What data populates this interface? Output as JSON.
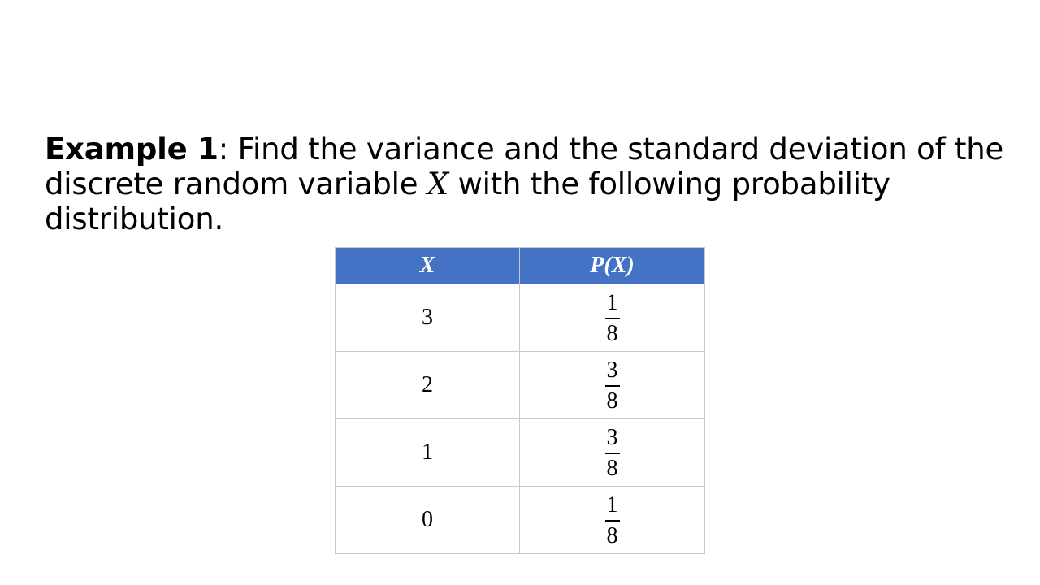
{
  "problem": {
    "label": "Example 1",
    "text_before_var": ": Find the variance and the standard deviation of the discrete random variable ",
    "variable": "X",
    "text_after_var": " with the following probability distribution."
  },
  "table": {
    "headers": {
      "x": "X",
      "px": "P(X)"
    },
    "rows": [
      {
        "x": "3",
        "num": "1",
        "den": "8"
      },
      {
        "x": "2",
        "num": "3",
        "den": "8"
      },
      {
        "x": "1",
        "num": "3",
        "den": "8"
      },
      {
        "x": "0",
        "num": "1",
        "den": "8"
      }
    ],
    "header_color": "#4472c4",
    "border_color": "#c9c9c9"
  }
}
